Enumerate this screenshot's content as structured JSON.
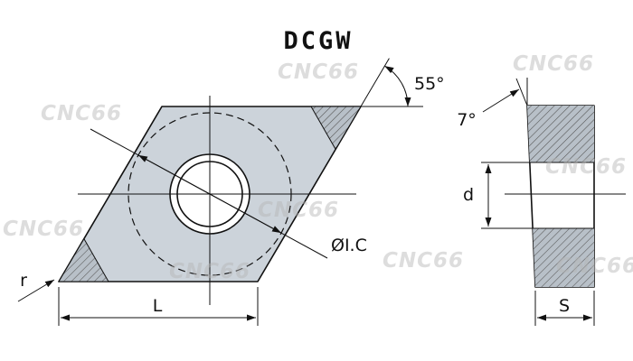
{
  "title": "DCGW",
  "watermark": {
    "text": "CNC66"
  },
  "front_view": {
    "nose_angle": "55°",
    "corner_radius": "r",
    "length": "L",
    "inscribed_circle": "ØI.C"
  },
  "side_view": {
    "clearance_angle": "7°",
    "hole_diameter": "d",
    "thickness": "S"
  },
  "colors": {
    "insert_fill": "#ccd3da",
    "hatch_base": "#b8c0c8",
    "outline": "#111111",
    "watermark": "#b5b5b5"
  }
}
